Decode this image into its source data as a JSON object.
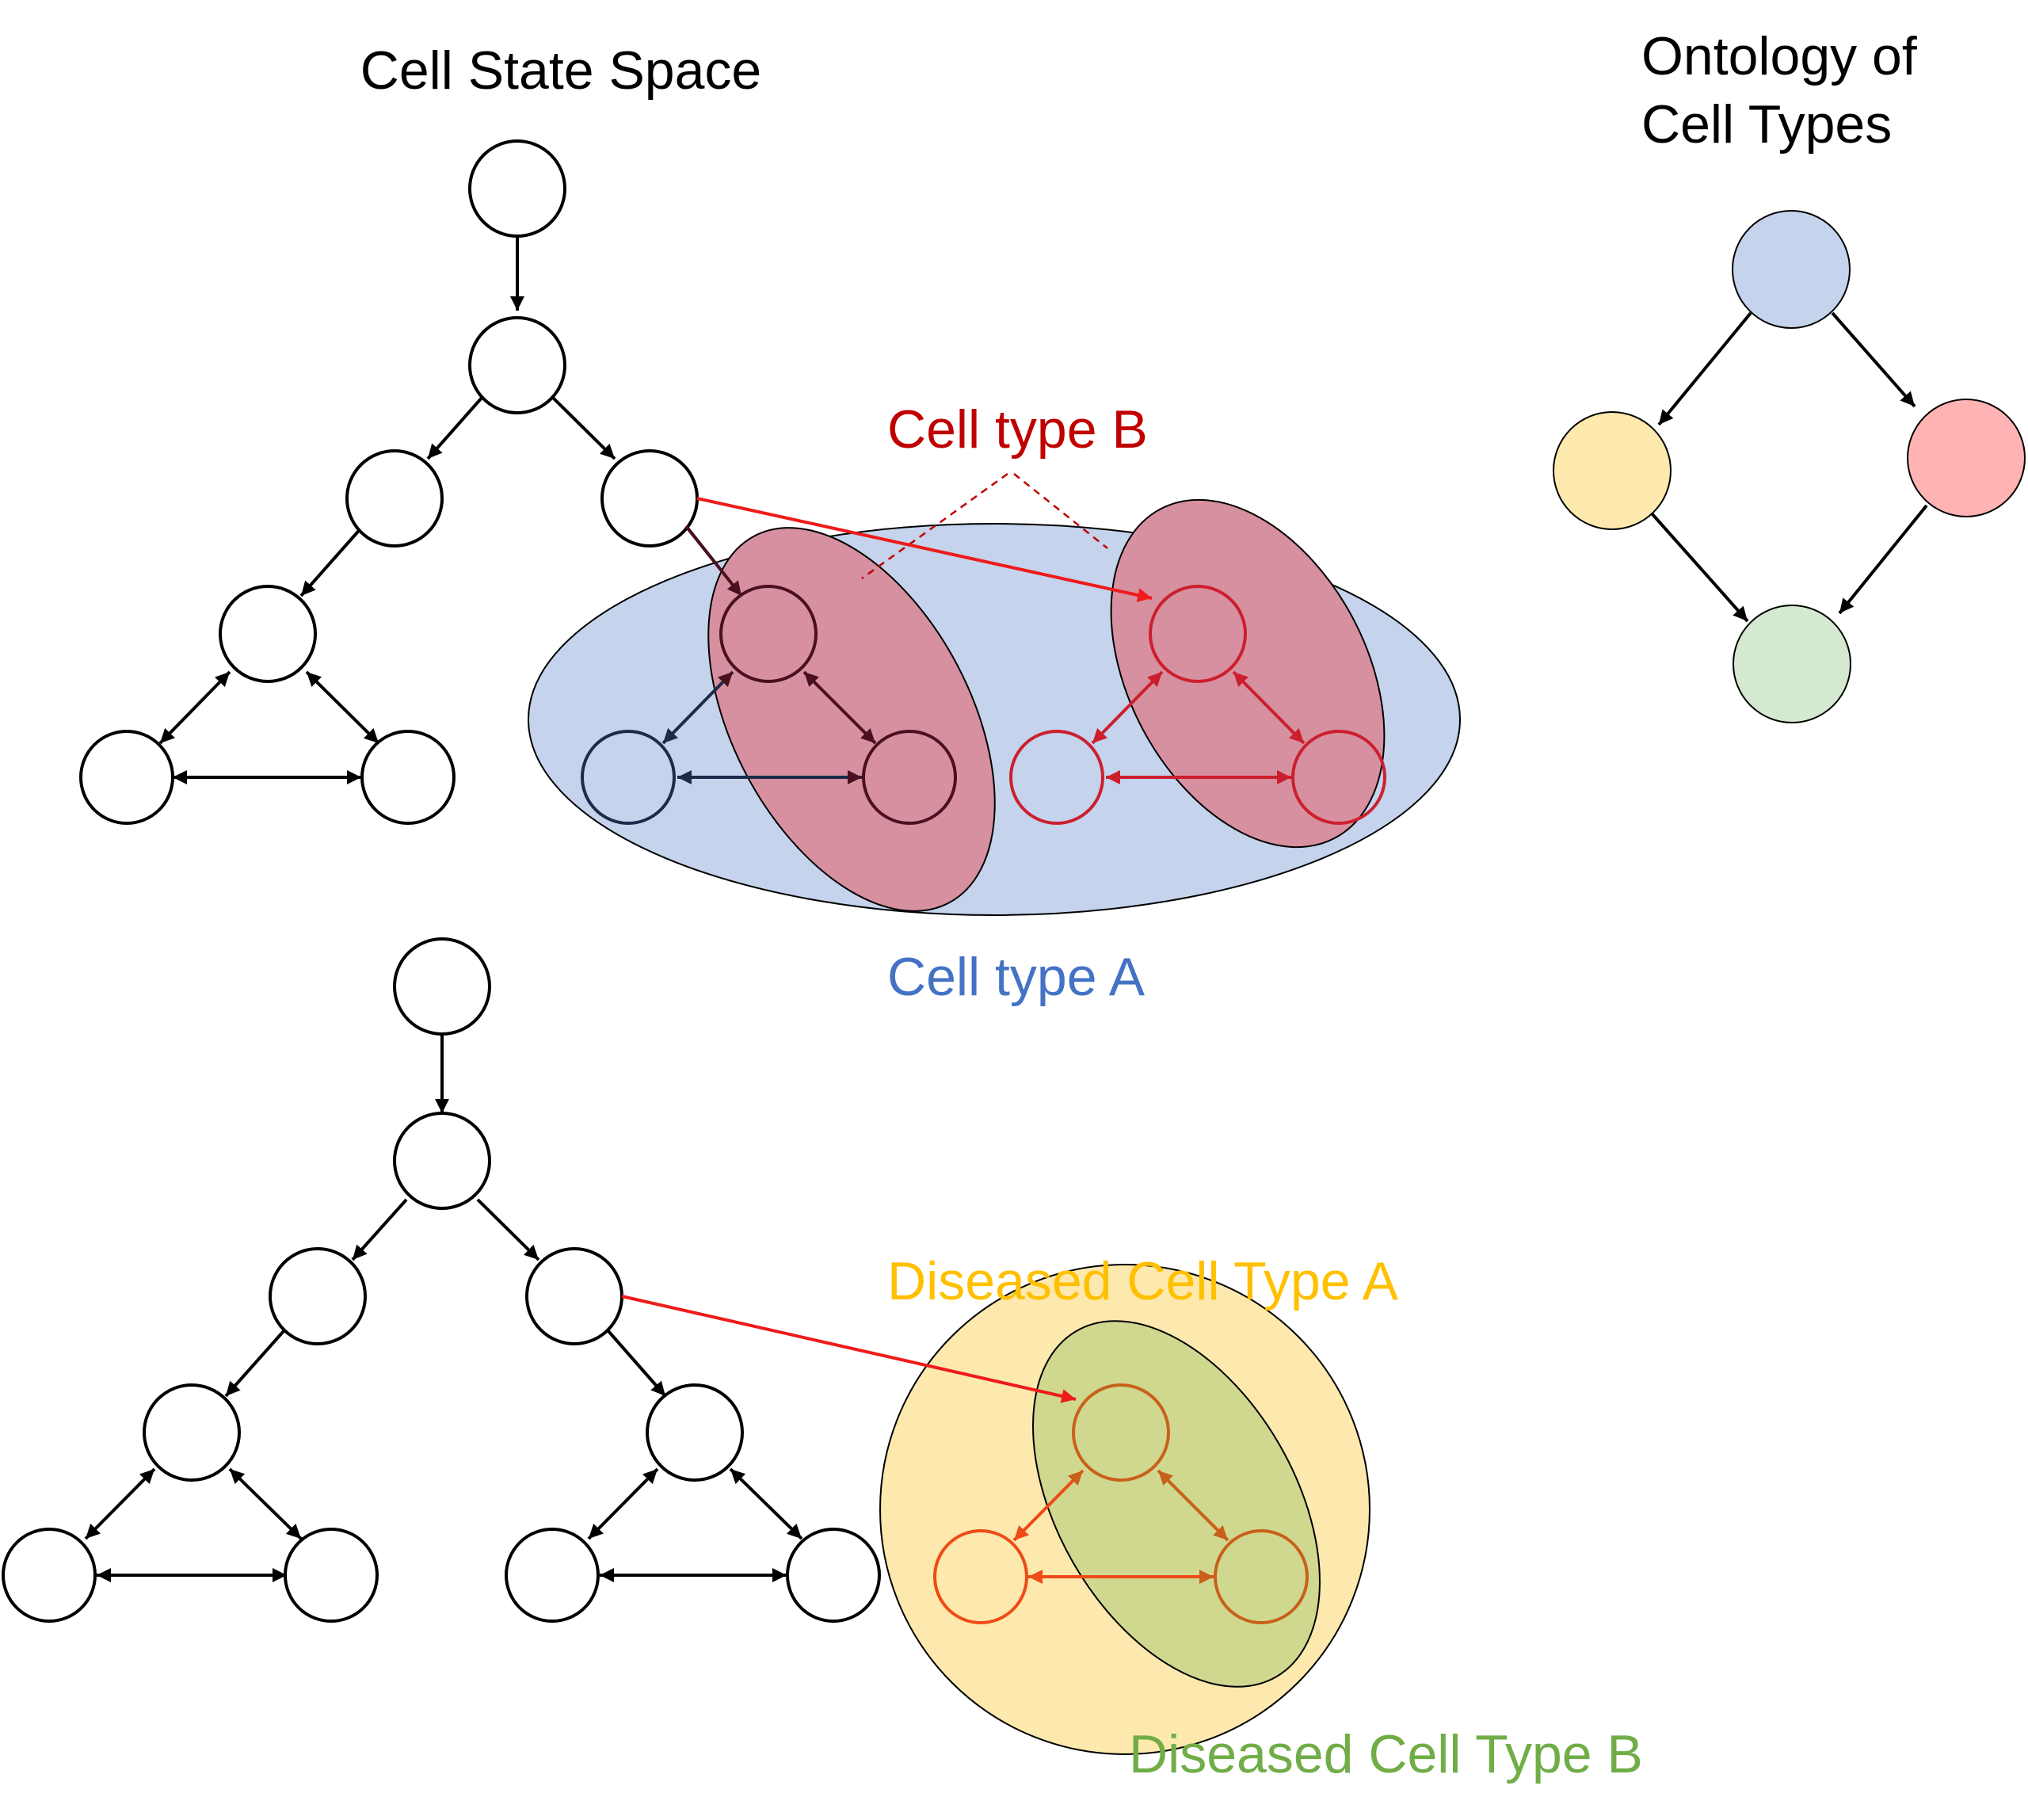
{
  "labels": {
    "cell_state_space": "Cell State Space",
    "ontology_line1": "Ontology of",
    "ontology_line2": "Cell Types",
    "cell_type_b": "Cell type B",
    "cell_type_a": "Cell type A",
    "diseased_cell_type_a": "Diseased Cell Type A",
    "diseased_cell_type_b": "Diseased Cell Type B"
  },
  "colors": {
    "cell_type_a_fill": "#c5d3ec",
    "cell_type_b_fill": "#d690a0",
    "diseased_a_fill": "#fde8ad",
    "diseased_b_fill": "#d0d890",
    "red_arrow": "#ee1b1b",
    "crimson_node": "#cc1f2e",
    "dark_node": "#1b2b4a",
    "orange_node": "#ee4b16",
    "label_red": "#c00000",
    "label_blue": "#4472c4",
    "label_gold": "#ffc000",
    "label_green": "#70ad47",
    "ontology_root": "#c5d3ec",
    "ontology_yellow": "#fde8ad",
    "ontology_pink": "#ffb3b3",
    "ontology_green": "#d5e8d0"
  }
}
